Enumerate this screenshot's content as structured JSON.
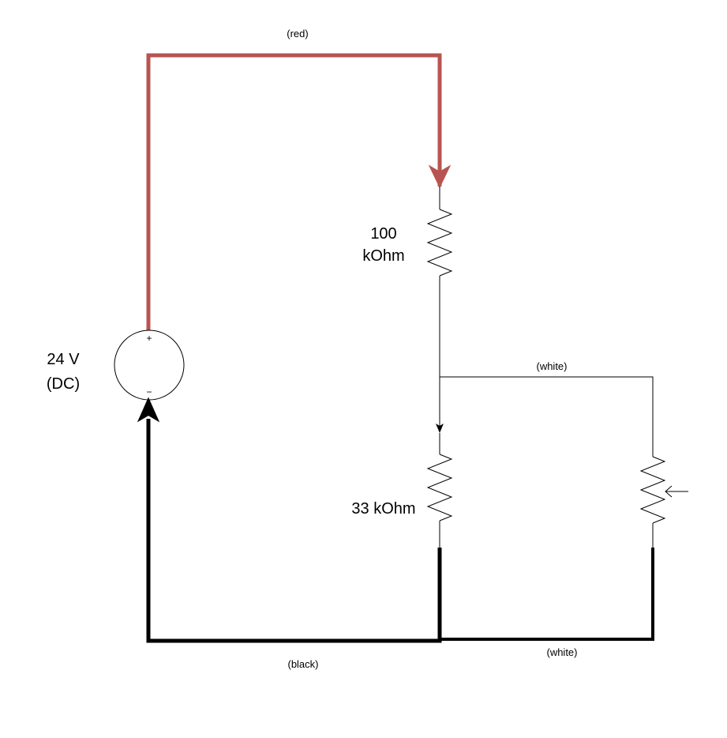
{
  "wires": {
    "red_label": "(red)",
    "black_label": "(black)",
    "white_top_label": "(white)",
    "white_bottom_label": "(white)",
    "red_color": "#b85450",
    "black_color": "#000000"
  },
  "source": {
    "voltage_line1": "24 V",
    "voltage_line2": "(DC)",
    "plus_sign": "+",
    "minus_sign": "−"
  },
  "resistors": {
    "r1_line1": "100",
    "r1_line2": "kOhm",
    "r2_label": "33 kOhm"
  }
}
